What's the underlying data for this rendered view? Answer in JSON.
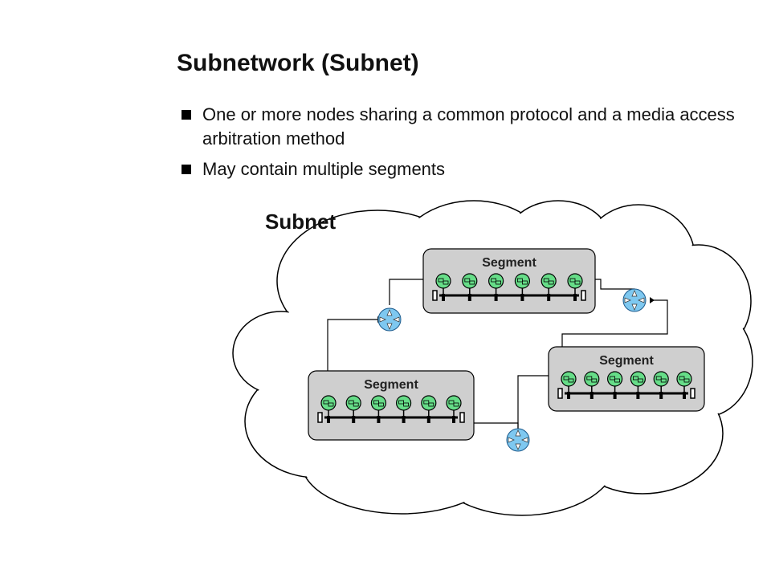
{
  "title": "Subnetwork (Subnet)",
  "bullets": [
    "One or more nodes sharing a common protocol and a media access arbitration method",
    "May contain multiple segments"
  ],
  "diagram": {
    "subnet_label": "Subnet",
    "segments": [
      {
        "label": "Segment"
      },
      {
        "label": "Segment"
      },
      {
        "label": "Segment"
      }
    ],
    "node_color": "#66dd88",
    "router_color": "#7ec8f0",
    "segment_fill": "#cfcfcf"
  }
}
